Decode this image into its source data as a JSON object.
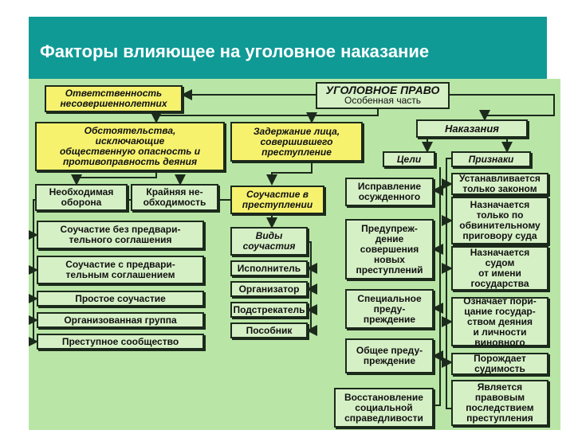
{
  "slide": {
    "title": "Факторы влияющее на уголовное наказание"
  },
  "nodes": {
    "criminal_law": "УГОЛОВНОЕ ПРАВО",
    "special_part": "Особенная часть",
    "juvenile_liability": "Ответственность\nнесовершеннолетних",
    "circumstances": "Обстоятельства,\nисключающие\nобщественную опасность и\nпротивоправность деяния",
    "detention": "Задержание лица,\nсовершившего\nпреступление",
    "punishments": "Наказания",
    "goals": "Цели",
    "signs": "Признаки",
    "necessary_defense": "Необходимая\nоборона",
    "extreme_necessity": "Крайняя не-\nобходимость",
    "complicity": "Соучастие в\nпреступлении",
    "correction": "Исправление\nосужденного",
    "established_by_law": "Устанавливается\nтолько законом",
    "complicity_without": "Соучастие без предвари-\nтельного соглашения",
    "types_complicity": "Виды\nсоучастия",
    "prevention_new": "Предупреж-\nдение\nсовершения\nновых\nпреступлений",
    "imposed_verdict": "Назначается\nтолько по\nобвинительному\nприговору суда",
    "complicity_with": "Соучастие с предвари-\nтельным соглашением",
    "executor": "Исполнитель",
    "imposed_court": "Назначается\nсудом\nот имени\nгосударства",
    "organizer": "Организатор",
    "simple_complicity": "Простое соучастие",
    "special_prevention": "Специальное\nпреду-\nпреждение",
    "instigator": "Подстрекатель",
    "organized_group": "Организованная группа",
    "state_censure": "Означает пори-\nцание государ-\nством деяния\nи личности\nвиновного",
    "accomplice": "Пособник",
    "criminal_community": "Преступное сообщество",
    "general_prevention": "Общее преду-\nпреждение",
    "criminal_record": "Порождает\nсудимость",
    "restoration": "Восстановление\nсоциальной\nсправедливости",
    "legal_consequence": "Является\nправовым\nпоследствием\nпреступления"
  },
  "colors": {
    "header": "#0f9a96",
    "panel": "#b9e6a6",
    "yellow_box": "#f6f26e",
    "green_box": "#d6f0c6",
    "line": "#1c2a1c"
  }
}
